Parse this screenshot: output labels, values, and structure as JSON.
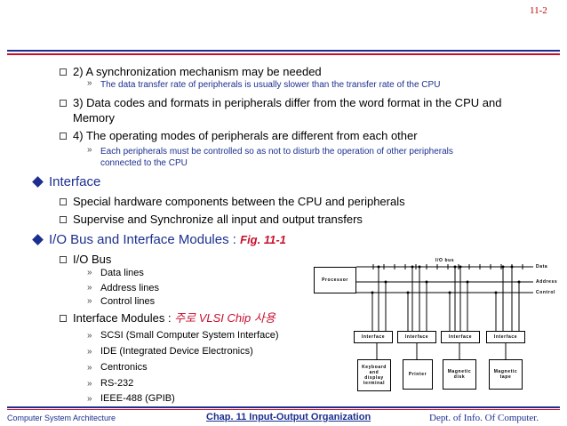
{
  "slide": {
    "page_number": "11-2"
  },
  "body": {
    "p1": "2) A synchronization mechanism may be needed",
    "p1_sub": "The data transfer rate of peripherals is usually slower than the transfer rate of the CPU",
    "p2_line1": "3) Data codes and formats in peripherals differ from the word format in the CPU and",
    "p2_line2": "Memory",
    "p3": "4) The operating modes of peripherals are different from each other",
    "p3_sub_line1": "Each peripherals must be controlled so as not to disturb the operation of other peripherals",
    "p3_sub_line2": "connected to the CPU",
    "interface_heading": "Interface",
    "interface_items": [
      "Special hardware components between the CPU and peripherals",
      "Supervise and Synchronize all input and output transfers"
    ],
    "iobus_heading": "I/O Bus and Interface Modules :",
    "iobus_fig": "Fig. 11-1",
    "iobus_item": "I/O Bus",
    "iobus_subitems": [
      "Data lines",
      "Address lines",
      "Control lines"
    ],
    "modules_item": "Interface Modules :",
    "modules_kor": "주로  VLSI Chip  사용",
    "modules_subitems": [
      "SCSI (Small Computer System Interface)",
      "IDE (Integrated Device Electronics)",
      "Centronics",
      "RS-232",
      "IEEE-488 (GPIB)"
    ]
  },
  "diagram": {
    "bus_label": "I/O bus",
    "processor": "Processor",
    "line_labels": [
      "Data",
      "Address",
      "Control"
    ],
    "interfaces": [
      "Interface",
      "Interface",
      "Interface",
      "Interface"
    ],
    "devices": [
      [
        "Keyboard",
        "and",
        "display",
        "terminal"
      ],
      [
        "Printer"
      ],
      [
        "Magnetic",
        "disk"
      ],
      [
        "Magnetic",
        "tape"
      ]
    ]
  },
  "footer": {
    "left": "Computer System Architecture",
    "center": "Chap. 11  Input-Output Organization",
    "right": "Dept. of  Info. Of  Computer."
  }
}
